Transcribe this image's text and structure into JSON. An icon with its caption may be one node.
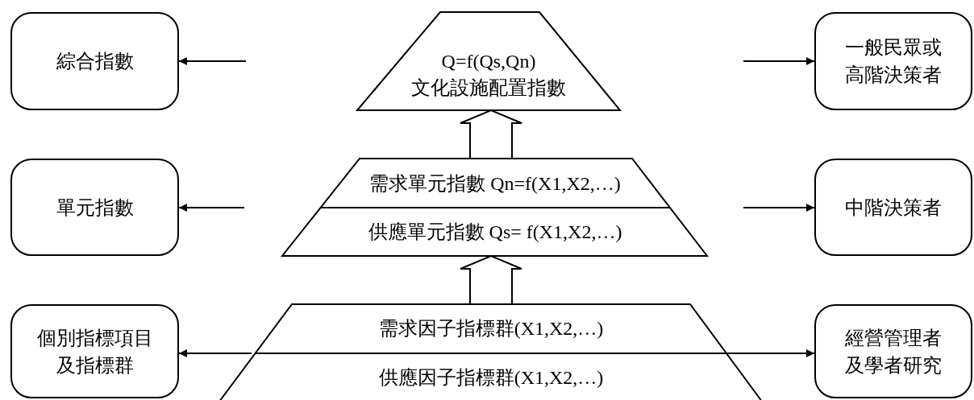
{
  "diagram": {
    "nodes": [
      {
        "text": [
          "綜合指數"
        ]
      },
      {
        "text": [
          "Q=f(Qs,Qn)",
          "文化設施配置指數"
        ]
      },
      {
        "text": [
          "一般民眾或高階決策者"
        ]
      },
      {
        "text": [
          "單元指數"
        ]
      },
      {
        "text": [
          "需求單元指數 Qn=f(X1,X2,…)",
          "供應單元指數 Qs= f(X1,X2,…)"
        ]
      },
      {
        "text": [
          "中階決策者"
        ]
      },
      {
        "text": [
          "個別指標項目及指標群"
        ]
      },
      {
        "text": [
          "需求因子指標群(X1,X2,…)",
          "供應因子指標群(X1,X2,…)"
        ]
      },
      {
        "text": [
          "經營管理者及學者研究"
        ]
      }
    ],
    "edges": [
      {
        "from": null,
        "to": 0,
        "arrow": "to"
      },
      {
        "from": null,
        "to": 2,
        "arrow": "to"
      },
      {
        "from": null,
        "to": 3,
        "arrow": "to"
      },
      {
        "from": null,
        "to": 5,
        "arrow": "to"
      },
      {
        "from": 7,
        "to": 6,
        "arrow": "to"
      },
      {
        "from": 7,
        "to": 8,
        "arrow": "to"
      },
      {
        "from": 4,
        "to": 1,
        "arrow": "to",
        "style": "thick"
      },
      {
        "from": 7,
        "to": 4,
        "arrow": "to",
        "style": "thick"
      }
    ]
  }
}
